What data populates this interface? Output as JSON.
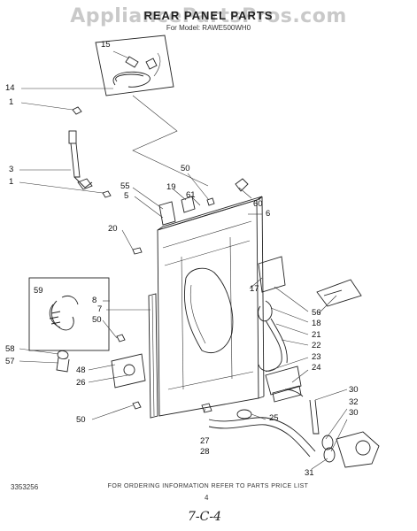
{
  "watermark": "AppliancePartsPros.com",
  "header": {
    "title": "REAR PANEL PARTS",
    "subtitle": "For Model: RAWE500WH0"
  },
  "callouts": {
    "c15": "15",
    "c14": "14",
    "c1a": "1",
    "c3": "3",
    "c1b": "1",
    "c50a": "50",
    "c55": "55",
    "c5": "5",
    "c19": "19",
    "c61": "61",
    "c60": "60",
    "c6": "6",
    "c20": "20",
    "c8": "8",
    "c59": "59",
    "c7": "7",
    "c50b": "50",
    "c58": "58",
    "c57": "57",
    "c48": "48",
    "c26": "26",
    "c50c": "50",
    "c17": "17",
    "c56": "56",
    "c18": "18",
    "c21": "21",
    "c22": "22",
    "c23": "23",
    "c24": "24",
    "c25": "25",
    "c27": "27",
    "c28": "28",
    "c30a": "30",
    "c32": "32",
    "c30b": "30",
    "c31": "31"
  },
  "footer": {
    "note": "FOR ORDERING INFORMATION REFER TO PARTS PRICE LIST",
    "doc_number": "3353256",
    "page": "4",
    "handwritten": "7-C-4"
  }
}
